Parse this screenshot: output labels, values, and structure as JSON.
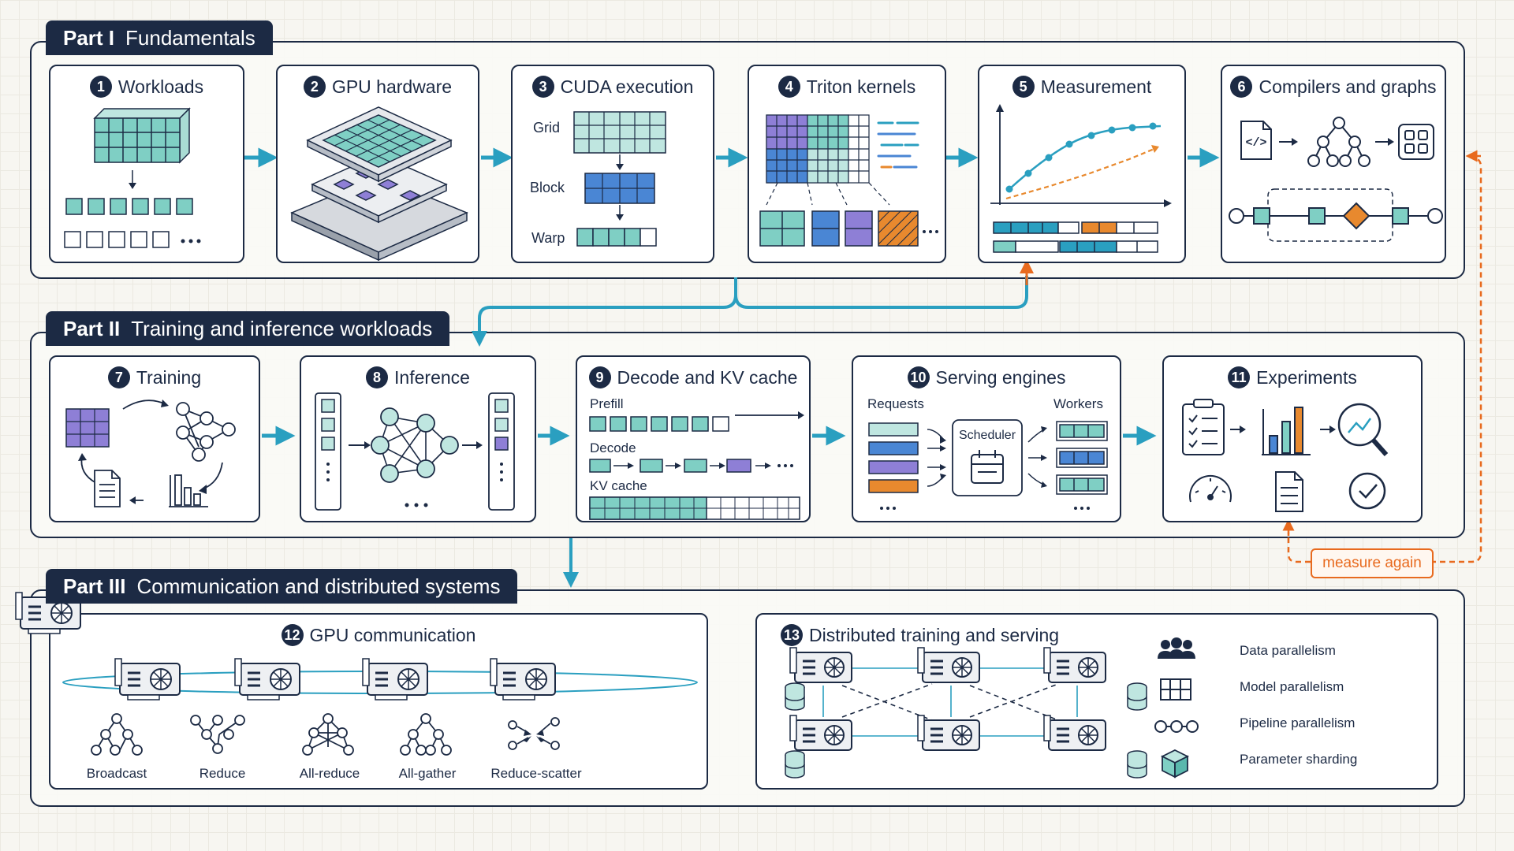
{
  "parts": [
    {
      "num": "Part I",
      "title": "Fundamentals"
    },
    {
      "num": "Part II",
      "title": "Training and inference workloads"
    },
    {
      "num": "Part III",
      "title": "Communication and distributed systems"
    }
  ],
  "panels": [
    {
      "num": "1",
      "title": "Workloads"
    },
    {
      "num": "2",
      "title": "GPU hardware"
    },
    {
      "num": "3",
      "title": "CUDA execution"
    },
    {
      "num": "4",
      "title": "Triton kernels"
    },
    {
      "num": "5",
      "title": "Measurement"
    },
    {
      "num": "6",
      "title": "Compilers and graphs"
    },
    {
      "num": "7",
      "title": "Training"
    },
    {
      "num": "8",
      "title": "Inference"
    },
    {
      "num": "9",
      "title": "Decode and KV cache"
    },
    {
      "num": "10",
      "title": "Serving engines"
    },
    {
      "num": "11",
      "title": "Experiments"
    },
    {
      "num": "12",
      "title": "GPU communication"
    },
    {
      "num": "13",
      "title": "Distributed training and serving"
    }
  ],
  "cuda_labels": [
    "Grid",
    "Block",
    "Warp"
  ],
  "compiler_icon": "</>",
  "decode_labels": [
    "Prefill",
    "Decode",
    "KV cache"
  ],
  "serving_labels": {
    "requests": "Requests",
    "workers": "Workers",
    "scheduler": "Scheduler"
  },
  "collectives": [
    "Broadcast",
    "Reduce",
    "All-reduce",
    "All-gather",
    "Reduce-scatter"
  ],
  "parallelism": [
    "Data parallelism",
    "Model parallelism",
    "Pipeline parallelism",
    "Parameter sharding"
  ],
  "feedback_label": "measure again",
  "colors": {
    "navy": "#1c2a44",
    "teal": "#7fcfc4",
    "teal_arrow": "#2a9fc0",
    "blue": "#4a86d4",
    "purple": "#8e7fd6",
    "orange": "#e8892e",
    "feedback": "#e86a1e"
  }
}
